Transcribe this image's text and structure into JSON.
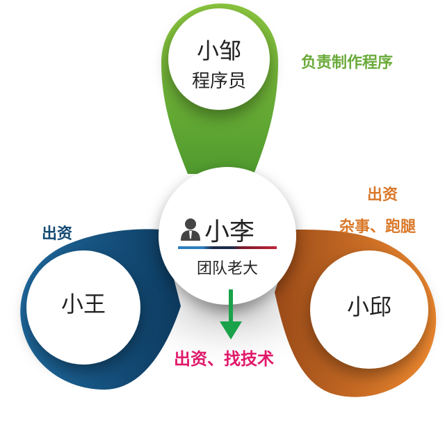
{
  "colors": {
    "green": "#6aaa3a",
    "blue": "#134a72",
    "orange": "#d9782a",
    "pink": "#e0186a",
    "arrow": "#1aa24a"
  },
  "center": {
    "icon": "person-icon",
    "name": "小李",
    "role": "团队老大",
    "note": "出资、找技术"
  },
  "top": {
    "name": "小邹",
    "role": "程序员",
    "note": "负责制作程序"
  },
  "left": {
    "name": "小王",
    "note": "出资"
  },
  "right": {
    "name": "小邱",
    "note_line1": "出资",
    "note_line2": "杂事、跑腿"
  }
}
